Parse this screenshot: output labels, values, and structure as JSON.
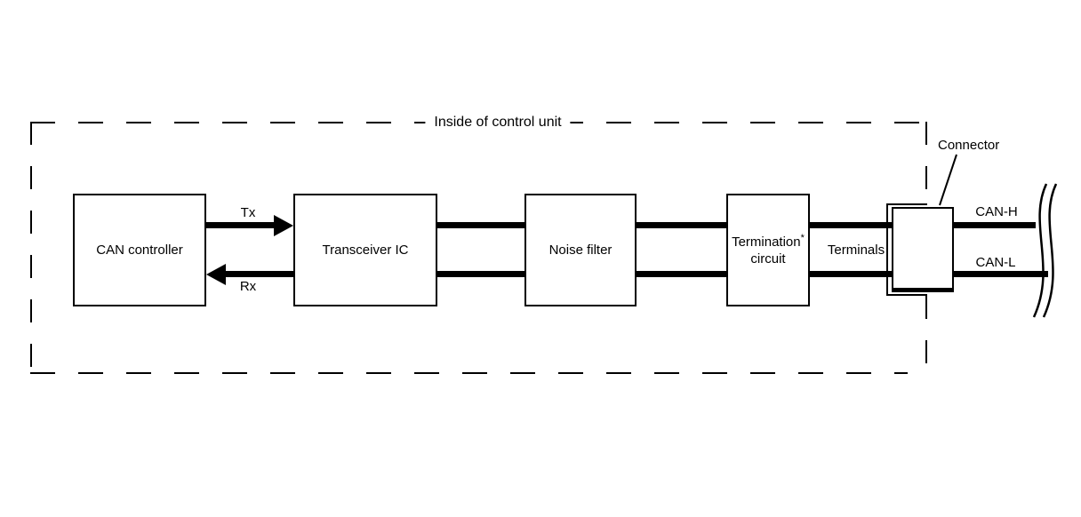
{
  "diagram": {
    "title": "Inside of control unit",
    "blocks": [
      {
        "label": "CAN controller"
      },
      {
        "label": "Transceiver IC"
      },
      {
        "label": "Noise filter"
      },
      {
        "line1": "Termination",
        "sup": "*",
        "line2": "circuit"
      }
    ],
    "arrows": {
      "tx_label": "Tx",
      "rx_label": "Rx"
    },
    "connector": {
      "label": "Connector",
      "terminals_label": "Terminals"
    },
    "bus": {
      "can_h_label": "CAN-H",
      "can_l_label": "CAN-L"
    },
    "colors": {
      "ink": "#000000",
      "background": "#ffffff"
    }
  }
}
